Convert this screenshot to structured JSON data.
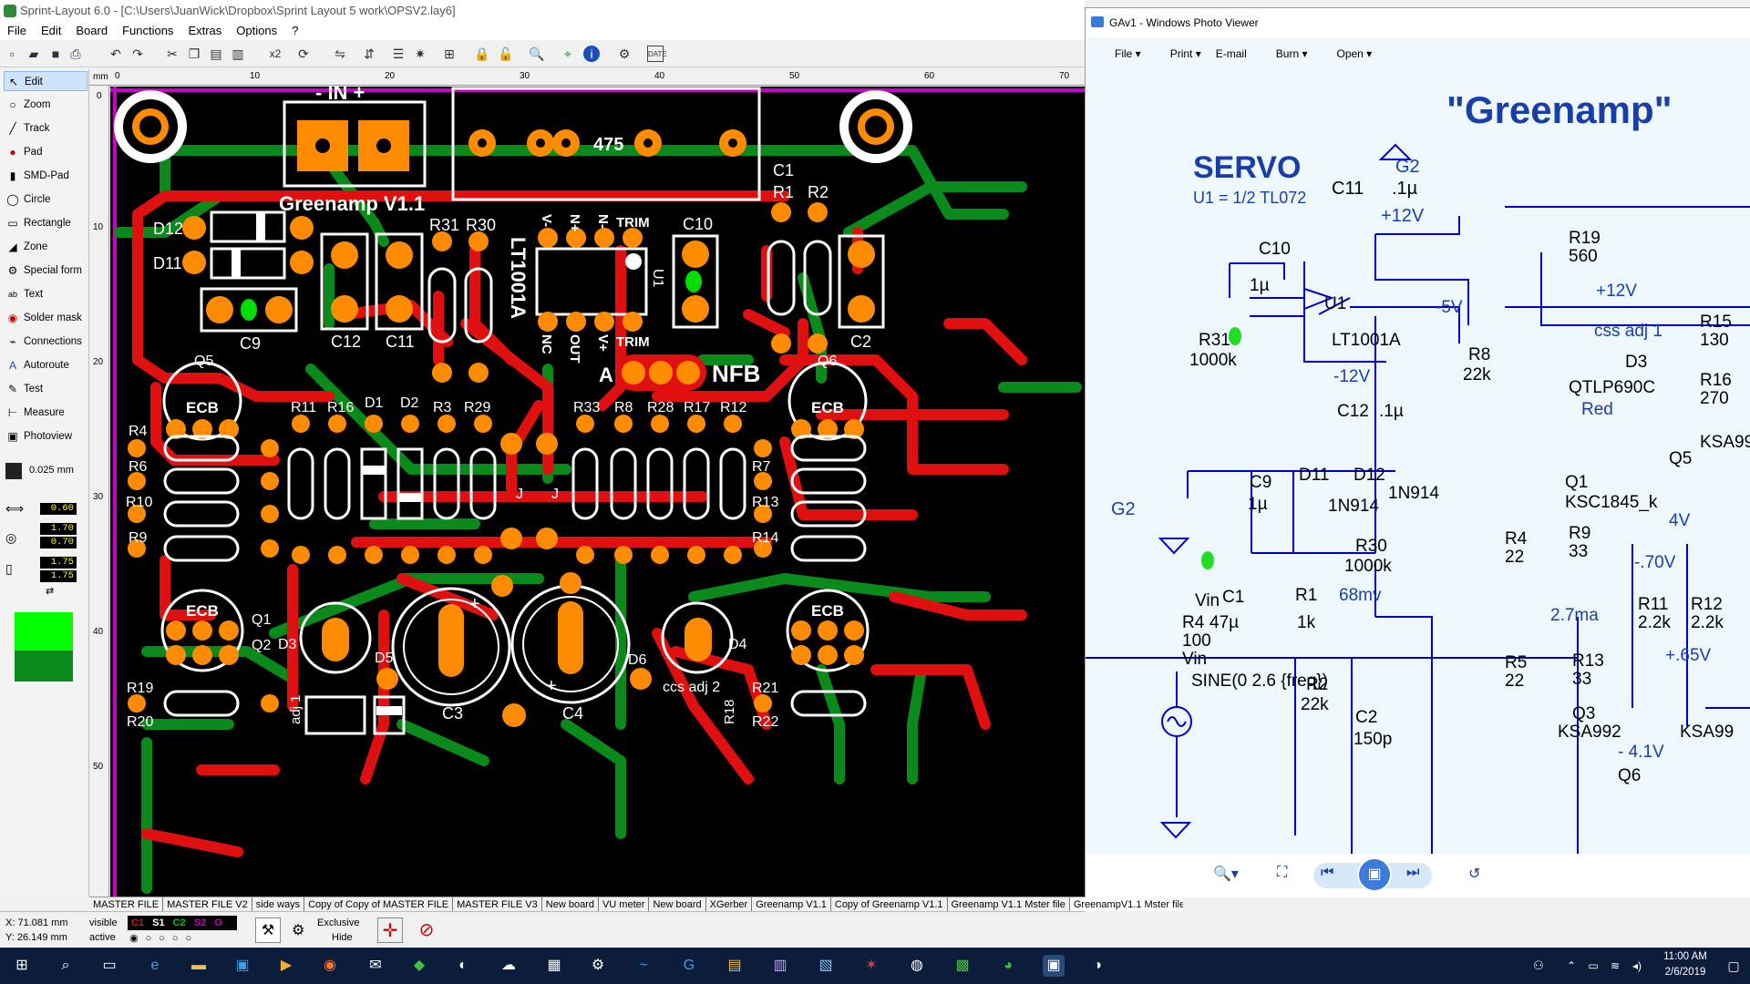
{
  "sprint": {
    "title": "Sprint-Layout 6.0 - [C:\\Users\\JuanWick\\Dropbox\\Sprint Layout 5 work\\OPSV2.lay6]",
    "menu": [
      "File",
      "Edit",
      "Board",
      "Functions",
      "Extras",
      "Options",
      "?"
    ],
    "toolbar_x2": "x2",
    "tools": [
      {
        "label": "Edit",
        "icon": "cursor-icon"
      },
      {
        "label": "Zoom",
        "icon": "magnifier-icon"
      },
      {
        "label": "Track",
        "icon": "track-icon"
      },
      {
        "label": "Pad",
        "icon": "pad-icon"
      },
      {
        "label": "SMD-Pad",
        "icon": "smd-pad-icon"
      },
      {
        "label": "Circle",
        "icon": "circle-icon"
      },
      {
        "label": "Rectangle",
        "icon": "rectangle-icon"
      },
      {
        "label": "Zone",
        "icon": "zone-icon"
      },
      {
        "label": "Special form",
        "icon": "special-form-icon"
      },
      {
        "label": "Text",
        "icon": "text-icon"
      },
      {
        "label": "Solder mask",
        "icon": "solder-mask-icon"
      },
      {
        "label": "Connections",
        "icon": "connections-icon"
      },
      {
        "label": "Autoroute",
        "icon": "autoroute-icon"
      },
      {
        "label": "Test",
        "icon": "test-icon"
      },
      {
        "label": "Measure",
        "icon": "measure-icon"
      },
      {
        "label": "Photoview",
        "icon": "photoview-icon"
      }
    ],
    "grid": "0.025 mm",
    "track_width": "0.60",
    "pad_outer": "1.70",
    "pad_inner": "0.70",
    "smd_w": "1.75",
    "smd_h": "1.75",
    "ruler_unit": "mm",
    "ruler_h_ticks": [
      "0",
      "10",
      "20",
      "30",
      "40",
      "50",
      "60",
      "70"
    ],
    "ruler_v_ticks": [
      "0",
      "10",
      "20",
      "30",
      "40",
      "50"
    ],
    "tabs": [
      "MASTER FILE",
      "MASTER FILE V2",
      "side ways",
      "Copy of Copy of MASTER FILE",
      "MASTER FILE V3",
      "New board",
      "VU meter",
      "New board",
      "XGerber",
      "Greenamp V1.1",
      "Copy of Greenamp V1.1",
      "Greenamp V1.1 Mster file",
      "GreenampV1.1 Mster file"
    ],
    "status": {
      "x": "X: 71.081 mm",
      "y": "Y: 26.149 mm",
      "visible": "visible",
      "active": "active",
      "layers": [
        "C1",
        "S1",
        "C2",
        "S2",
        "O"
      ],
      "exclusive": "Exclusive",
      "hide": "Hide"
    },
    "pcb": {
      "in_label": "- IN +",
      "board_name": "Greenamp V1.1",
      "pot_label": "475",
      "c1": "C1",
      "r1": "R1",
      "r2": "R2",
      "d12": "D12",
      "d11": "D11",
      "c9": "C9",
      "r31": "R31",
      "r30": "R30",
      "lt1001a": "LT1001A",
      "vminus": "V-",
      "nplus": "N+",
      "nminus": "N-",
      "trim_top": "TRIM",
      "u1": "U1",
      "nc": "NC",
      "out": "OUT",
      "vplus": "V+",
      "trim_bot": "TRIM",
      "c10": "C10",
      "c12": "C12",
      "c11": "C11",
      "c2": "C2",
      "q5": "Q5",
      "q6": "Q6",
      "ecb1": "ECB",
      "ecb2": "ECB",
      "ecb3": "ECB",
      "ecb4": "ECB",
      "nfb": "NFB",
      "a": "A",
      "row1": [
        "R11",
        "R16",
        "D1",
        "D2",
        "R3",
        "R29"
      ],
      "row2": [
        "R33",
        "R8",
        "R28",
        "R17",
        "R12"
      ],
      "left_r": [
        "R4",
        "R6",
        "R10",
        "R9"
      ],
      "right_r": [
        "R7",
        "R13",
        "R14"
      ],
      "q1": "Q1",
      "q2": "Q2",
      "d3": "D3",
      "d5": "D5",
      "d6": "D6",
      "d4": "D4",
      "c3": "C3",
      "c4": "C4",
      "ccs_adj2": "ccs adj 2",
      "adj1": "adj 1",
      "r18": "R18",
      "r19": "R19",
      "r20": "R20",
      "r21": "R21",
      "r22": "R22",
      "j1": "J",
      "j2": "J"
    }
  },
  "photoviewer": {
    "title": "GAv1 - Windows Photo Viewer",
    "menu": [
      "File",
      "Print",
      "E-mail",
      "Burn",
      "Open"
    ],
    "schematic": {
      "greenamp": "\"Greenamp\"",
      "servo": "SERVO",
      "u1_desc": "U1 = 1/2 TL072",
      "g2_top": "G2",
      "c11": "C11",
      "c11_val": ".1µ",
      "v12": "+12V",
      "c10": "C10",
      "c10_val": "1µ",
      "u1": "U1",
      "lt1001a": "LT1001A",
      "minus5": "-5V",
      "r31": "R31",
      "r31_val": "1000k",
      "r8": "R8",
      "r8_val": "22k",
      "minus12": "-12V",
      "c12": "C12",
      "c12_val": ".1µ",
      "c9": "C9",
      "c9_val": "1µ",
      "d11": "D11",
      "d12": "D12",
      "d11_val": "1N914",
      "d12_val": "1N914",
      "g2_left": "G2",
      "r30": "R30",
      "r30_val": "1000k",
      "vin_lbl": "Vin",
      "c1": "C1",
      "c1_val": "47µ",
      "r1": "R1",
      "r1_val": "1k",
      "mv68": "68mv",
      "r4": "R4",
      "r4_val": "100",
      "vin": "Vin",
      "sine": "SINE(0 2.6 {freq})",
      "r2": "R2",
      "r2_val": "22k",
      "c2": "C2",
      "c2_val": "150p",
      "r19": "R19",
      "r19_val": "560",
      "v12b": "+12V",
      "css_adj": "css adj 1",
      "r15": "R15",
      "r15_val": "130",
      "d3": "D3",
      "qtlp": "QTLP690C",
      "r16": "R16",
      "r16_val": "270",
      "red": "Red",
      "ksa99": "KSA99",
      "q5": "Q5",
      "q1": "Q1",
      "ksc": "KSC1845_k",
      "v4": "4V",
      "r4b": "R4",
      "r4b_val": "22",
      "r9": "R9",
      "r9_val": "33",
      "v70": "-.70V",
      "ma27": "2.7ma",
      "r11": "R11",
      "r11_val": "2.2k",
      "r12": "R12",
      "r12_val": "2.2k",
      "v65": "+.65V",
      "r5": "R5",
      "r5_val": "22",
      "r13": "R13",
      "r13_val": "33",
      "q3": "Q3",
      "ksa992": "KSA992",
      "ksa99b": "KSA99",
      "v41": "- 4.1V",
      "q6": "Q6"
    }
  },
  "taskbar": {
    "time": "11:00 AM",
    "date": "2/6/2019"
  }
}
